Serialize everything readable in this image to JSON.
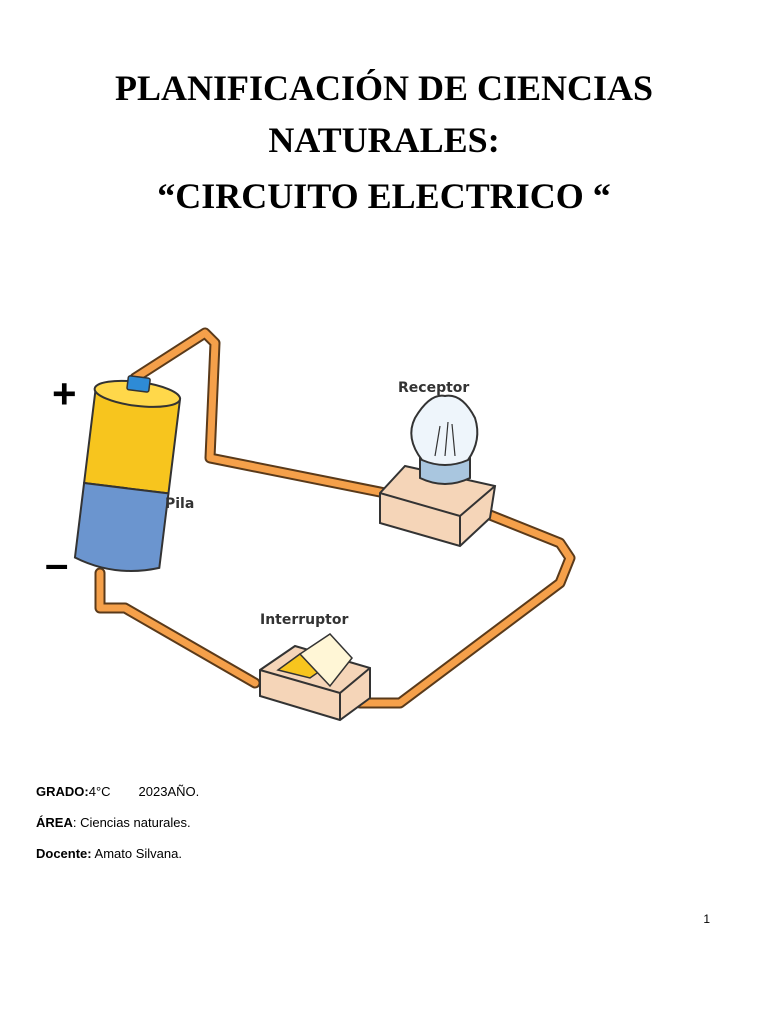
{
  "title": {
    "line1": "PLANIFICACIÓN DE CIENCIAS",
    "line2": "NATURALES:",
    "subtitle": "“CIRCUITO ELECTRICO “"
  },
  "diagram": {
    "plus": "+",
    "minus": "–",
    "battery_label": "Pila",
    "receptor_label": "Receptor",
    "switch_label": "Interruptor",
    "colors": {
      "wire": "#F5A04A",
      "battery_top": "#F7C51E",
      "battery_bottom": "#6B95CF",
      "terminal": "#2E8BD6",
      "box": "#F5D5B8",
      "bulb_base": "#A9C6DF"
    }
  },
  "info": {
    "grado_label": "GRADO:",
    "grado_value": "4°C",
    "year": "2023AÑO.",
    "area_label": "ÁREA",
    "area_value": ": Ciencias naturales.",
    "docente_label": "Docente:",
    "docente_value": " Amato Silvana."
  },
  "page_number": "1"
}
